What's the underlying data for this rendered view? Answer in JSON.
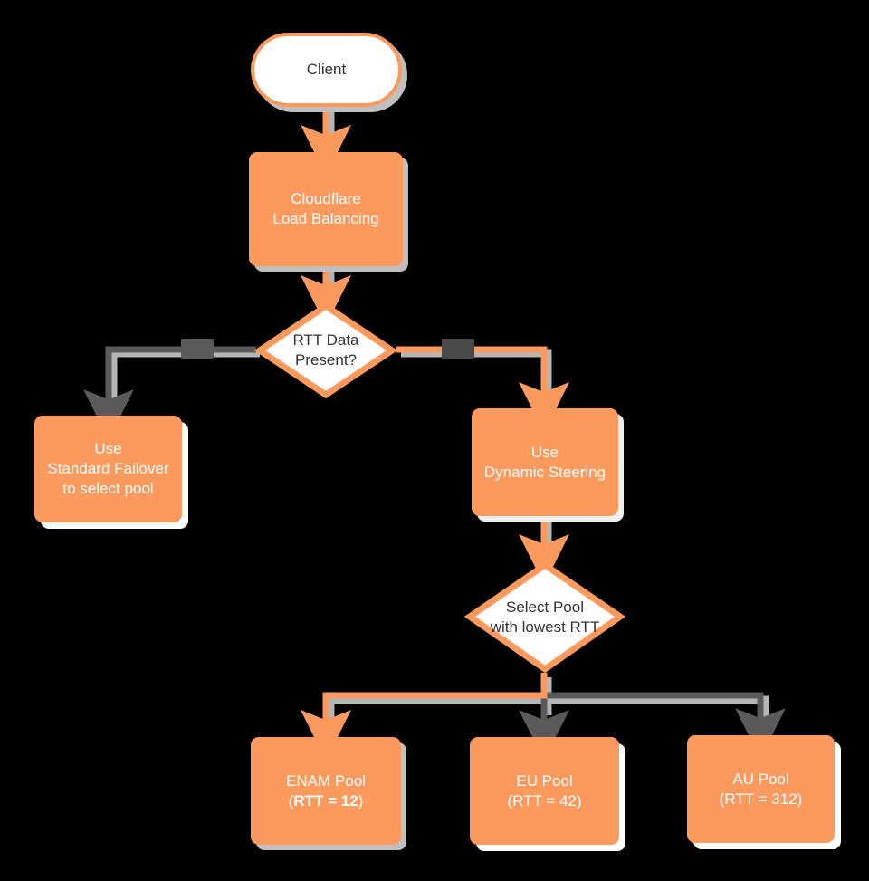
{
  "diagram": {
    "title": "Cloudflare Load Balancing RTT decision flow",
    "background": "#000000",
    "colors": {
      "node_fill": "#fc9a5e",
      "node_text": "#ffffff",
      "decision_fill": "#ffffff",
      "decision_border": "#fc9a5e",
      "decision_text": "#333333",
      "active_edge": "#fc9a5e",
      "inactive_edge": "#5a5a5a",
      "shadow": "#bfbfbf"
    }
  },
  "nodes": {
    "client": {
      "label": "Client",
      "shape": "stadium"
    },
    "load_balancing": {
      "label": "Cloudflare\nLoad Balancing",
      "shape": "process"
    },
    "rtt_present": {
      "label": "RTT Data\nPresent?",
      "shape": "decision"
    },
    "standard_failover": {
      "label": "Use\nStandard Failover\nto select pool",
      "shape": "process"
    },
    "dynamic_steering": {
      "label": "Use\nDynamic Steering",
      "shape": "process"
    },
    "select_pool": {
      "label": "Select Pool\nwith lowest RTT",
      "shape": "decision"
    },
    "enam_pool": {
      "name": "ENAM Pool",
      "rtt_text": "RTT = 12",
      "open_paren": "(",
      "close_paren": ")",
      "shape": "process",
      "emphasis": "bold"
    },
    "eu_pool": {
      "name": "EU Pool",
      "rtt_text": "RTT = 42",
      "open_paren": "(",
      "close_paren": ")",
      "shape": "process",
      "emphasis": "normal"
    },
    "au_pool": {
      "name": "AU Pool",
      "rtt_text": "RTT = 312",
      "open_paren": "(",
      "close_paren": ")",
      "shape": "process",
      "emphasis": "normal"
    }
  },
  "edges": [
    {
      "from": "client",
      "to": "load_balancing",
      "state": "active",
      "label": ""
    },
    {
      "from": "load_balancing",
      "to": "rtt_present",
      "state": "active",
      "label": ""
    },
    {
      "from": "rtt_present",
      "to": "standard_failover",
      "state": "inactive",
      "label": ""
    },
    {
      "from": "rtt_present",
      "to": "dynamic_steering",
      "state": "active",
      "label": ""
    },
    {
      "from": "dynamic_steering",
      "to": "select_pool",
      "state": "active",
      "label": ""
    },
    {
      "from": "select_pool",
      "to": "enam_pool",
      "state": "active",
      "label": ""
    },
    {
      "from": "select_pool",
      "to": "eu_pool",
      "state": "inactive",
      "label": ""
    },
    {
      "from": "select_pool",
      "to": "au_pool",
      "state": "inactive",
      "label": ""
    }
  ]
}
